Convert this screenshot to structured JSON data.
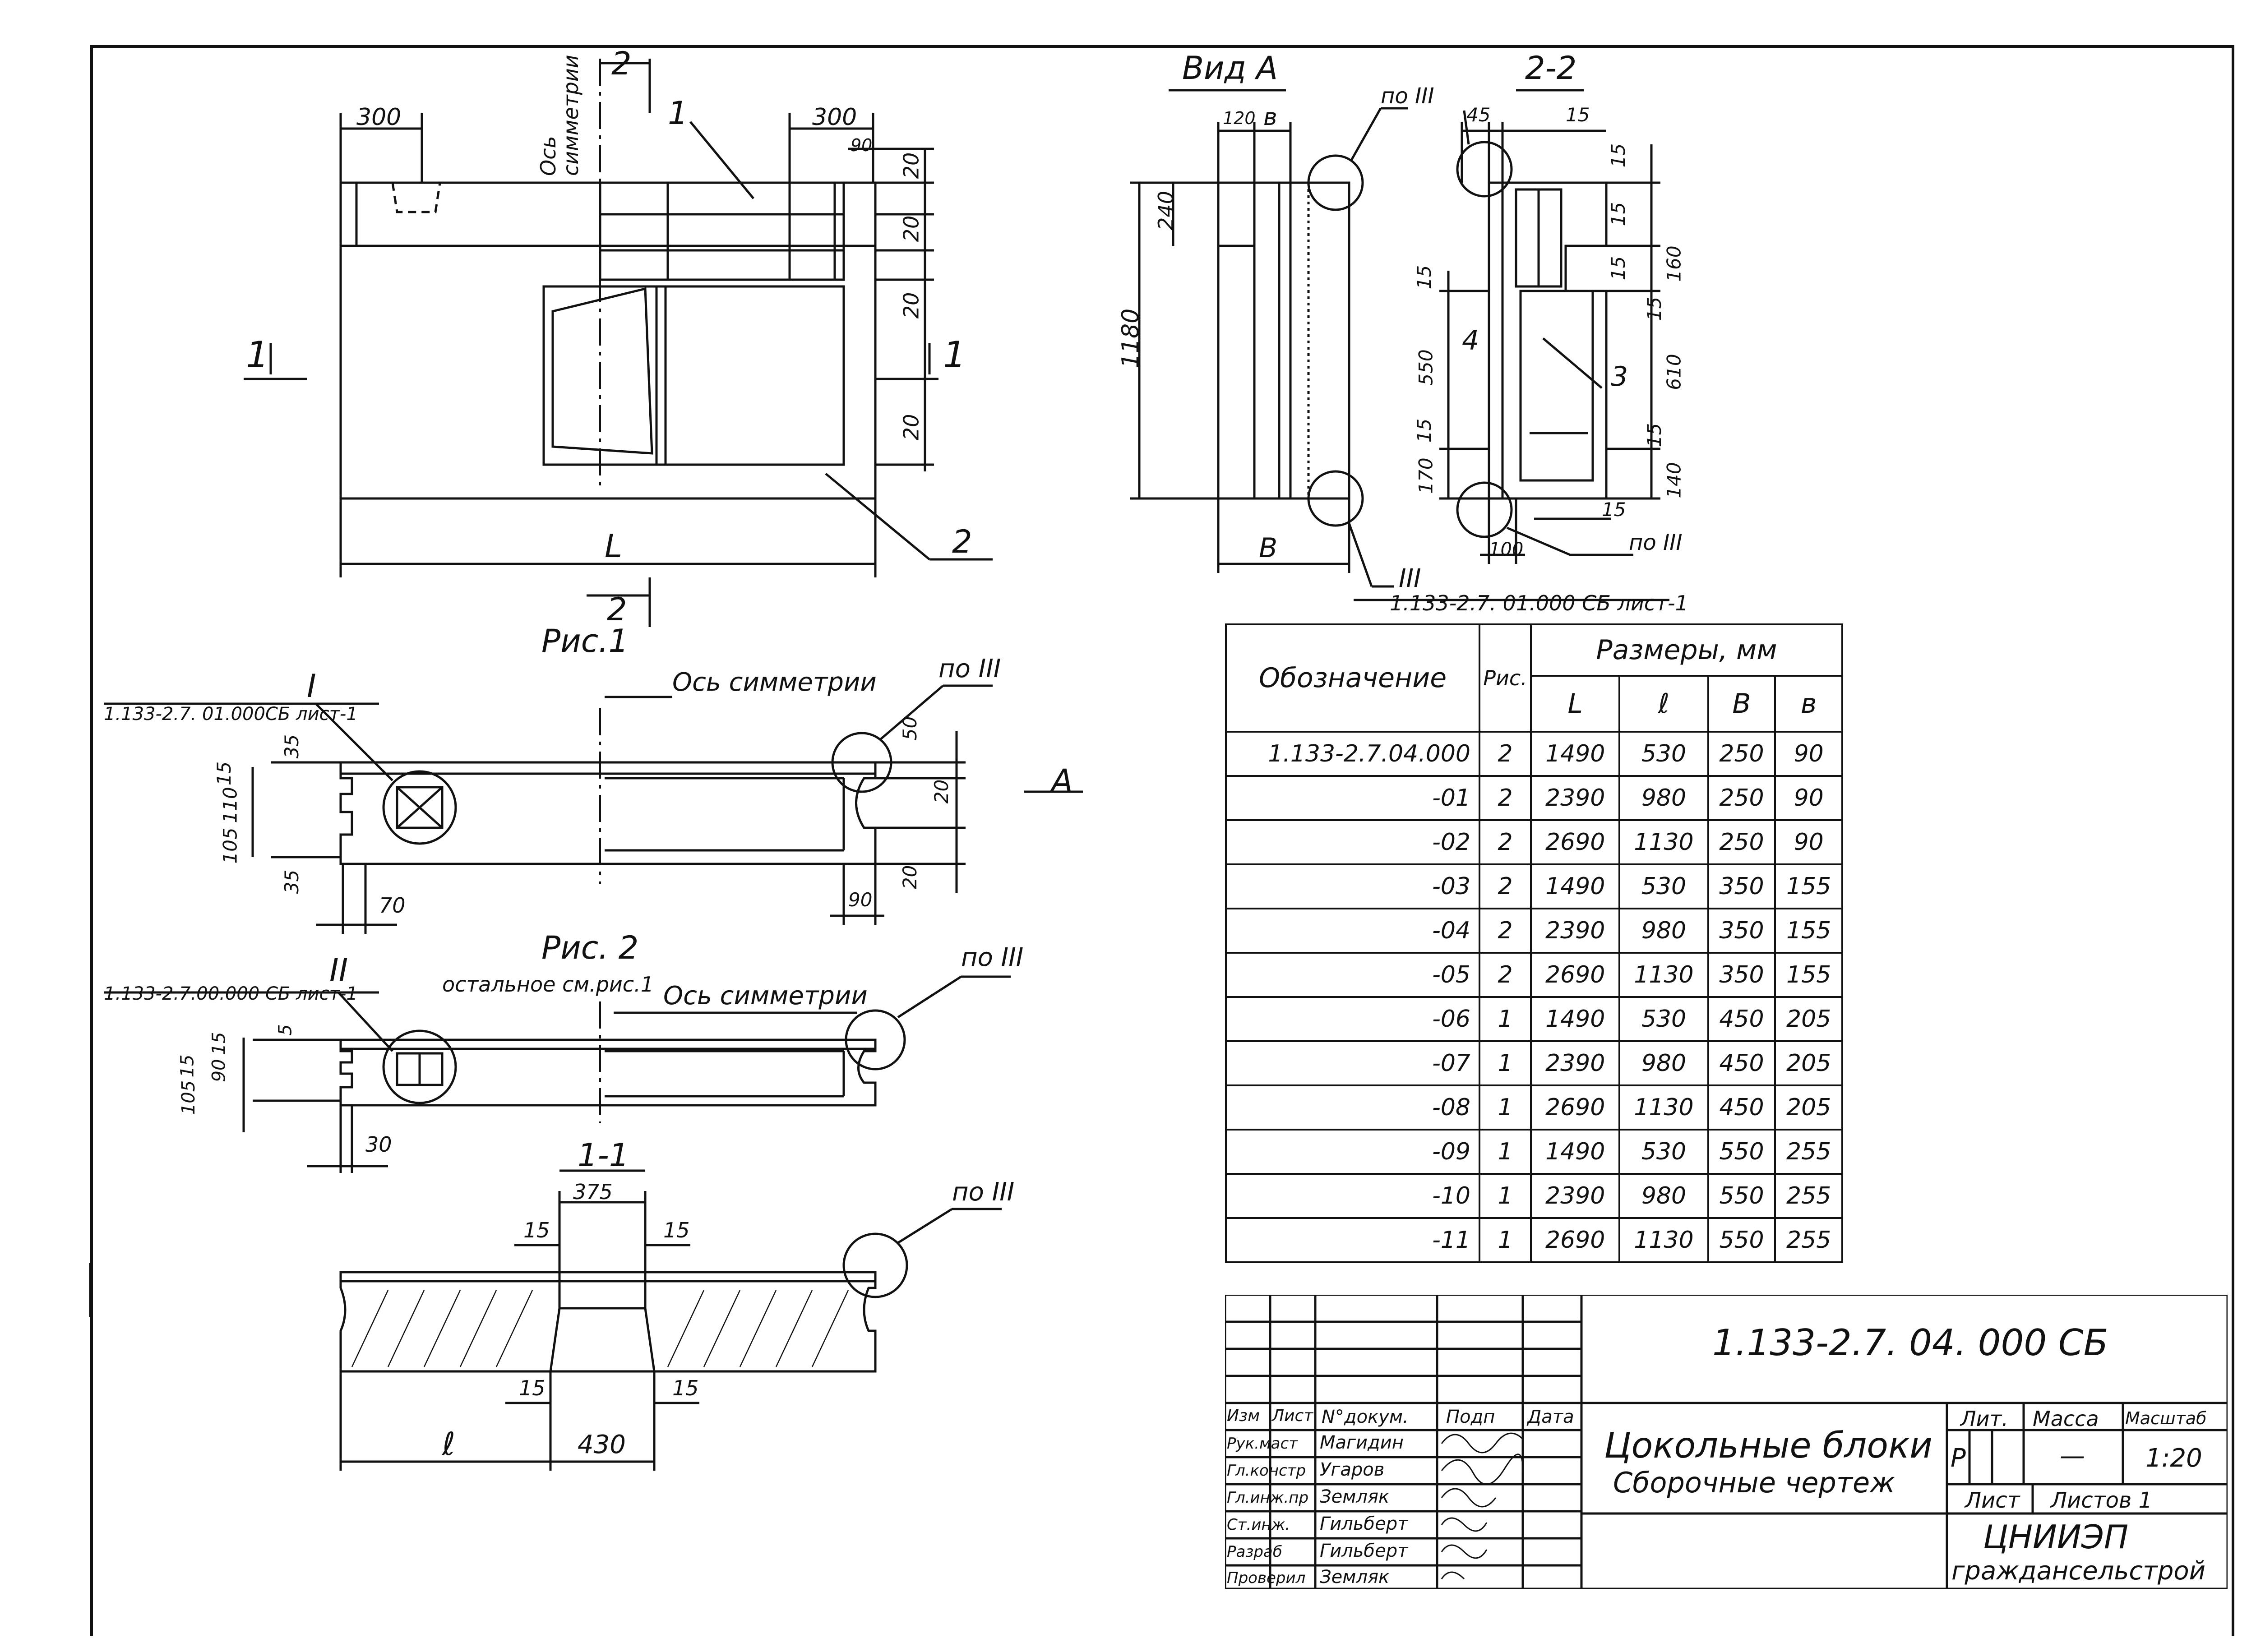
{
  "drawing": {
    "views": {
      "view_a": "Вид А",
      "section_2_2": "2-2",
      "section_1_1": "1-1",
      "fig1": "Рис.1",
      "fig2": "Рис. 2",
      "fig2_note": "остальное см.рис.1",
      "symmetry_axis": "Ось симметрии",
      "symmetry_axis_vertical": "Ось симметрии"
    },
    "refs": {
      "node_ref_top": "по III",
      "node_ref_bottom": "по III",
      "node_ref_fig1": "по III",
      "node_ref_fig2": "по III",
      "node_ref_11": "по III",
      "node_III_label": "III",
      "node_I_label": "I",
      "node_II_label": "II",
      "sheet_ref_III": "1.133-2.7. 01.000 СБ лист-1",
      "sheet_ref_I": "1.133-2.7. 01.000СБ лист-1",
      "sheet_ref_II": "1.133-2.7.00.000 СБ лист-1"
    },
    "markers": {
      "cut_1": "1",
      "cut_2": "2",
      "arrow_A": "А",
      "item_1": "1",
      "item_2": "2",
      "item_3": "3",
      "item_4": "4"
    },
    "dims_main": {
      "d300_left": "300",
      "d300_right": "300",
      "d90": "90",
      "d20": "20",
      "L": "L"
    },
    "dims_view_a": {
      "d120": "120",
      "b_small": "в",
      "d240": "240",
      "d1180": "1180",
      "B": "В"
    },
    "dims_section": {
      "d45": "45",
      "d15": "15",
      "d160": "160",
      "d610": "610",
      "d140": "140",
      "d550": "550",
      "d170": "170",
      "d100": "100"
    },
    "dims_fig1": {
      "d35": "35",
      "d15": "15",
      "d110": "110",
      "d105": "105",
      "d70": "70",
      "d50": "50",
      "d20": "20",
      "d90": "90"
    },
    "dims_fig2": {
      "d5": "5",
      "d15": "15",
      "d90": "90",
      "d105": "105",
      "d30": "30"
    },
    "dims_11": {
      "d375": "375",
      "d15": "15",
      "d430": "430",
      "l": "ℓ"
    }
  },
  "table": {
    "header": {
      "designation": "Обозначение",
      "fig": "Рис.",
      "sizes": "Размеры, мм",
      "L": "L",
      "l": "ℓ",
      "B": "В",
      "b": "в"
    },
    "rows": [
      {
        "des": "1.133-2.7.04.000",
        "fig": "2",
        "L": "1490",
        "l": "530",
        "B": "250",
        "b": "90"
      },
      {
        "des": "-01",
        "fig": "2",
        "L": "2390",
        "l": "980",
        "B": "250",
        "b": "90"
      },
      {
        "des": "-02",
        "fig": "2",
        "L": "2690",
        "l": "1130",
        "B": "250",
        "b": "90"
      },
      {
        "des": "-03",
        "fig": "2",
        "L": "1490",
        "l": "530",
        "B": "350",
        "b": "155"
      },
      {
        "des": "-04",
        "fig": "2",
        "L": "2390",
        "l": "980",
        "B": "350",
        "b": "155"
      },
      {
        "des": "-05",
        "fig": "2",
        "L": "2690",
        "l": "1130",
        "B": "350",
        "b": "155"
      },
      {
        "des": "-06",
        "fig": "1",
        "L": "1490",
        "l": "530",
        "B": "450",
        "b": "205"
      },
      {
        "des": "-07",
        "fig": "1",
        "L": "2390",
        "l": "980",
        "B": "450",
        "b": "205"
      },
      {
        "des": "-08",
        "fig": "1",
        "L": "2690",
        "l": "1130",
        "B": "450",
        "b": "205"
      },
      {
        "des": "-09",
        "fig": "1",
        "L": "1490",
        "l": "530",
        "B": "550",
        "b": "255"
      },
      {
        "des": "-10",
        "fig": "1",
        "L": "2390",
        "l": "980",
        "B": "550",
        "b": "255"
      },
      {
        "des": "-11",
        "fig": "1",
        "L": "2690",
        "l": "1130",
        "B": "550",
        "b": "255"
      }
    ]
  },
  "title_block": {
    "doc_code": "1.133-2.7. 04. 000 СБ",
    "title_line1": "Цокольные блоки",
    "title_line2": "Сборочные чертеж",
    "col_izm": "Изм",
    "col_list": "Лист",
    "col_docnum": "N°докум.",
    "col_sign": "Подп",
    "col_date": "Дата",
    "lit_label": "Лит.",
    "mass_label": "Масса",
    "scale_label": "Масштаб",
    "lit_value": "Р",
    "mass_value": "—",
    "scale_value": "1:20",
    "sheet_label": "Лист",
    "sheets_label": "Листов 1",
    "org_line1": "ЦНИИЭП",
    "org_line2": "граждансельстрой",
    "people": [
      {
        "role": "Рук.маст",
        "name": "Магидин"
      },
      {
        "role": "Гл.констр",
        "name": "Угаров"
      },
      {
        "role": "Гл.инж.пр",
        "name": "Земляк"
      },
      {
        "role": "Ст.инж.",
        "name": "Гильберт"
      },
      {
        "role": "Разраб",
        "name": "Гильберт"
      },
      {
        "role": "Проверил",
        "name": "Земляк"
      }
    ]
  }
}
